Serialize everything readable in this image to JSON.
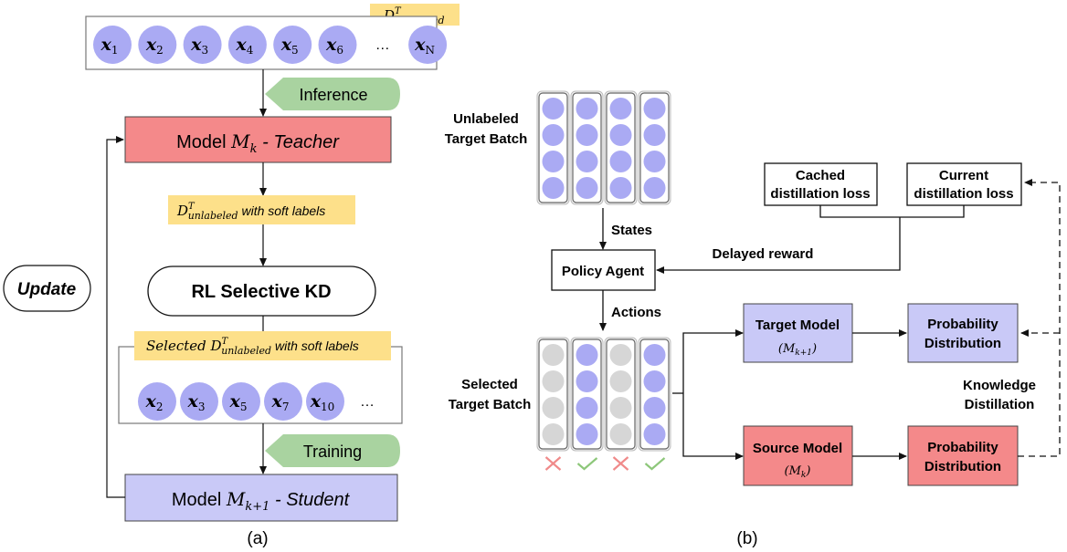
{
  "colors": {
    "teacher_fill": "#f4898a",
    "student_fill": "#c9c9f7",
    "node_fill": "#aaaaf3",
    "node_gray": "#d6d6d6",
    "highlight": "#fde08a",
    "arrow_tag": "#a9d3a0",
    "check": "#8dc77a",
    "cross": "#f08a8a"
  },
  "panel_a": {
    "dataset_tag": "D",
    "dataset_tag_sup": "T",
    "dataset_tag_sub": "unlabeled",
    "input_nodes": [
      "1",
      "2",
      "3",
      "4",
      "5",
      "6",
      "…",
      "N"
    ],
    "inference_label": "Inference",
    "teacher_prefix": "Model ",
    "teacher_math": "M",
    "teacher_sub": "k",
    "teacher_suffix": " - Teacher",
    "soft_D": "D",
    "soft_sup": "T",
    "soft_sub": "unlabeled",
    "soft_text": " with soft labels",
    "rl_label": "RL Selective KD",
    "selected_prefix": "Selected ",
    "selected_D": "D",
    "selected_sup": "T",
    "selected_sub": "unlabeled",
    "selected_text": " with soft labels",
    "selected_nodes": [
      "2",
      "3",
      "5",
      "7",
      "10",
      "…"
    ],
    "training_label": "Training",
    "student_prefix": "Model ",
    "student_math": "M",
    "student_sub": "k+1",
    "student_suffix": " - Student",
    "update_label": "Update",
    "caption": "(a)"
  },
  "panel_b": {
    "unlabeled_batch_label_1": "Unlabeled",
    "unlabeled_batch_label_2": "Target Batch",
    "states_label": "States",
    "policy_agent_label": "Policy Agent",
    "actions_label": "Actions",
    "delayed_reward_label": "Delayed reward",
    "cached_loss_1": "Cached",
    "cached_loss_2": "distillation loss",
    "current_loss_1": "Current",
    "current_loss_2": "distillation loss",
    "selected_batch_label_1": "Selected",
    "selected_batch_label_2": "Target Batch",
    "column_selection": [
      false,
      true,
      false,
      true
    ],
    "target_model_label": "Target Model",
    "target_model_math": "M",
    "target_model_sub": "k+1",
    "source_model_label": "Source Model",
    "source_model_math": "M",
    "source_model_sub": "k",
    "prob_dist_1": "Probability",
    "prob_dist_2": "Distribution",
    "kd_label_1": "Knowledge",
    "kd_label_2": "Distillation",
    "caption": "(b)"
  }
}
